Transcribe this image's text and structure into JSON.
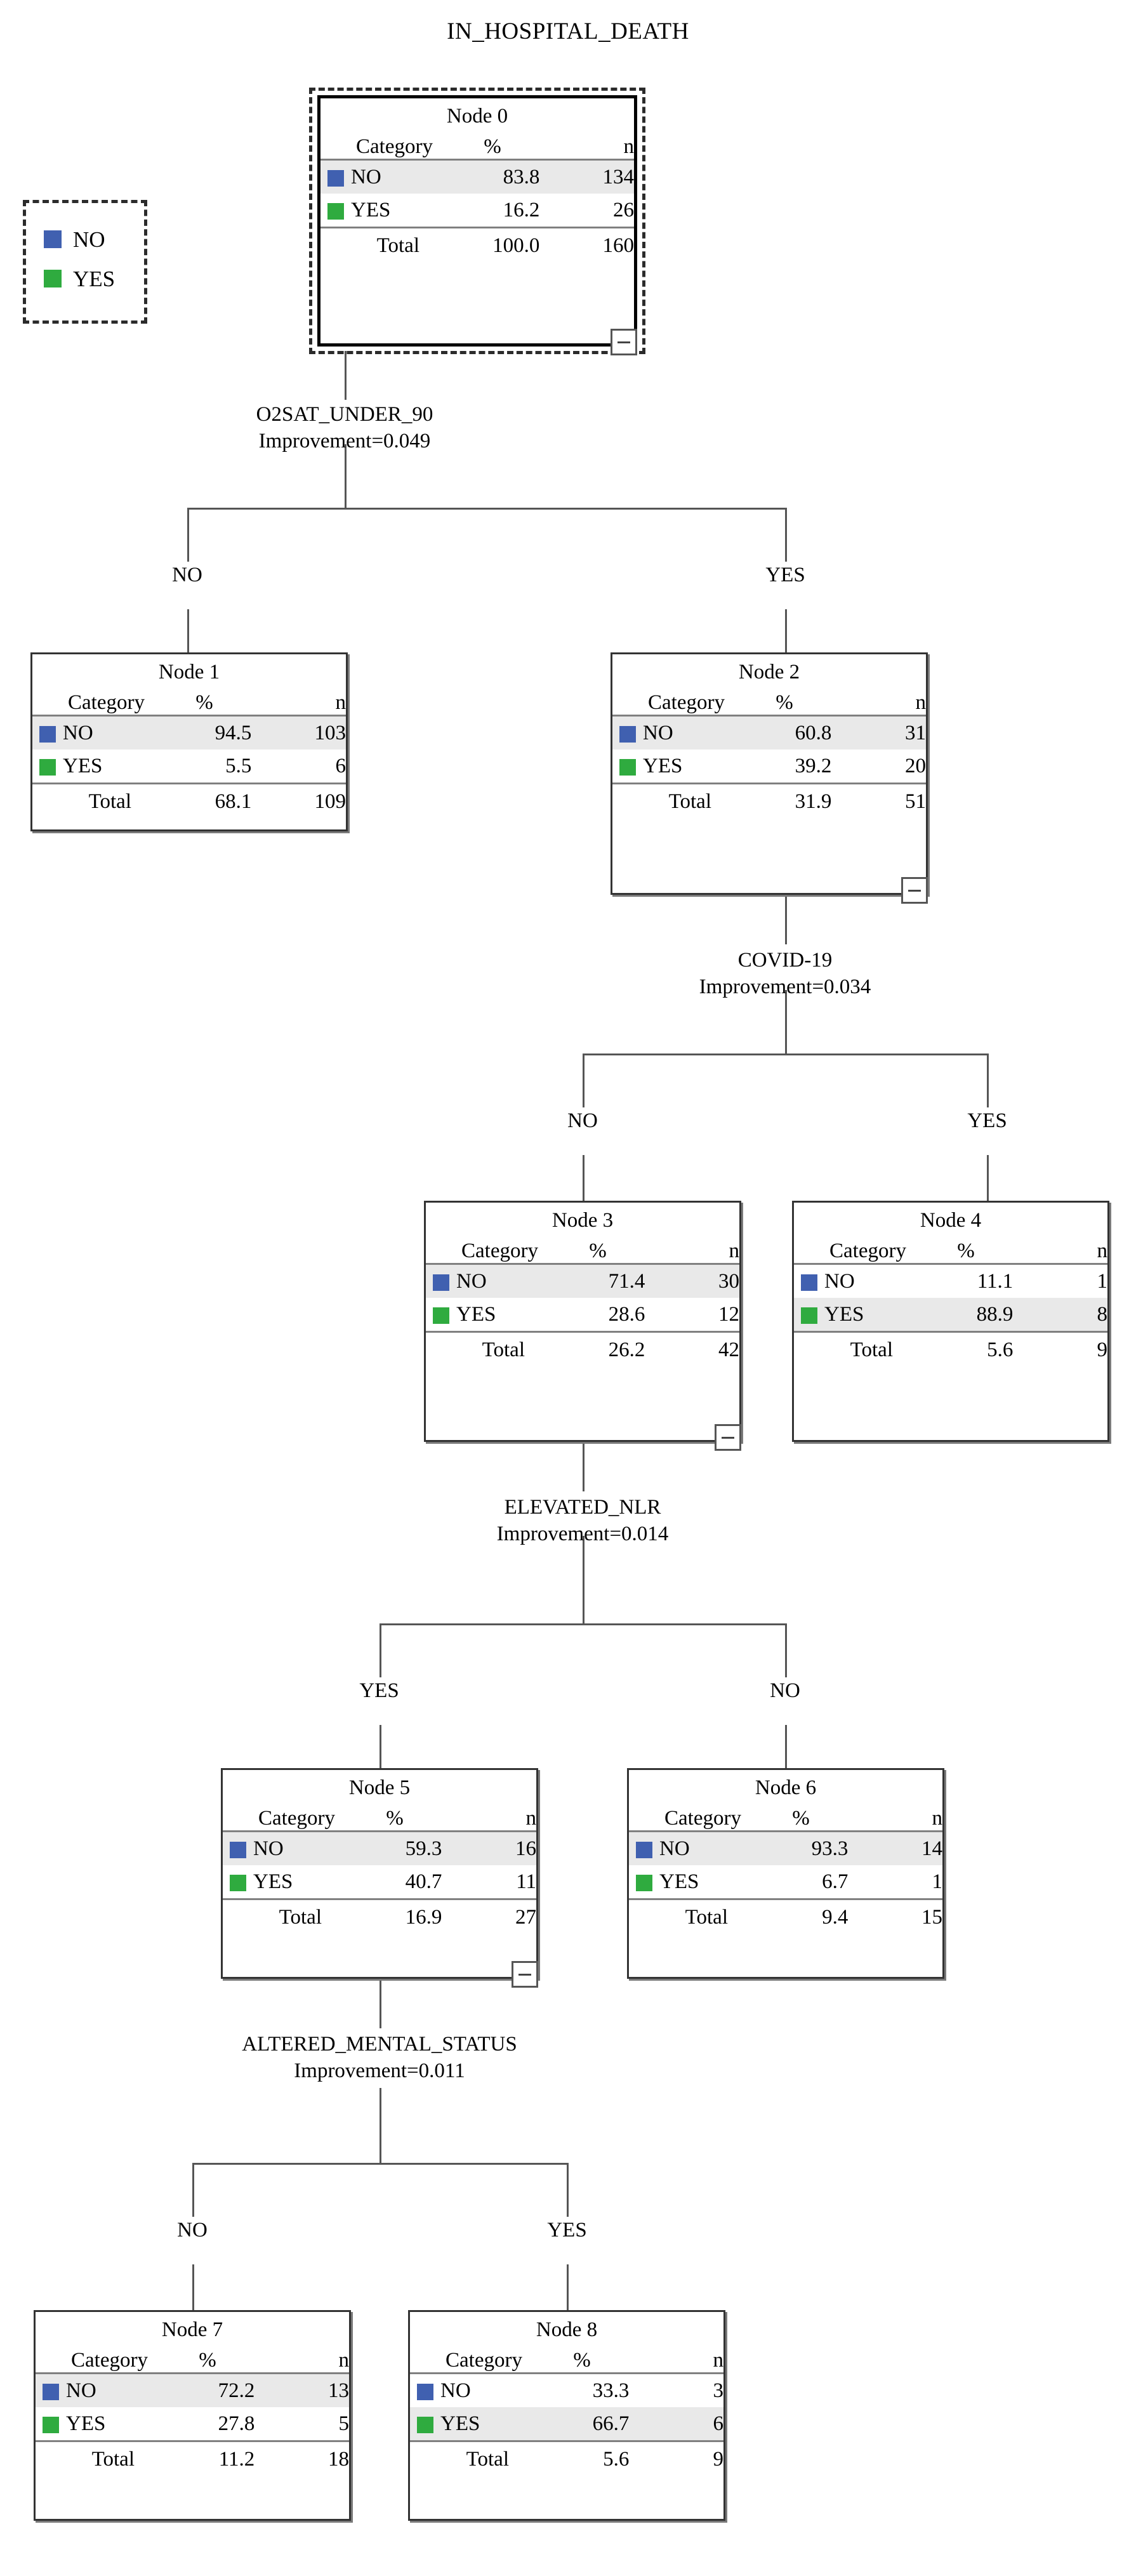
{
  "title": "IN_HOSPITAL_DEATH",
  "colors": {
    "no": "#4060b0",
    "yes": "#2fab3f",
    "highlight_row": "#e9e9e9",
    "line": "#555555",
    "node_border": "#333333"
  },
  "legend": {
    "items": [
      {
        "label": "NO",
        "color": "#4060b0",
        "swatch": "legend-swatch-no"
      },
      {
        "label": "YES",
        "color": "#2fab3f",
        "swatch": "legend-swatch-yes"
      }
    ]
  },
  "table_headers": {
    "category": "Category",
    "percent": "%",
    "n": "n",
    "total": "Total"
  },
  "collapse_icon": "minus-icon",
  "nodes": [
    {
      "id": "node0",
      "title": "Node 0",
      "selected": true,
      "collapsible": true,
      "rows": [
        {
          "label": "NO",
          "pct": "83.8",
          "n": "134",
          "color": "#4060b0",
          "highlight": true
        },
        {
          "label": "YES",
          "pct": "16.2",
          "n": "26",
          "color": "#2fab3f",
          "highlight": false
        }
      ],
      "total": {
        "label": "Total",
        "pct": "100.0",
        "n": "160"
      }
    },
    {
      "id": "node1",
      "title": "Node 1",
      "selected": false,
      "collapsible": false,
      "rows": [
        {
          "label": "NO",
          "pct": "94.5",
          "n": "103",
          "color": "#4060b0",
          "highlight": true
        },
        {
          "label": "YES",
          "pct": "5.5",
          "n": "6",
          "color": "#2fab3f",
          "highlight": false
        }
      ],
      "total": {
        "label": "Total",
        "pct": "68.1",
        "n": "109"
      }
    },
    {
      "id": "node2",
      "title": "Node 2",
      "selected": false,
      "collapsible": true,
      "rows": [
        {
          "label": "NO",
          "pct": "60.8",
          "n": "31",
          "color": "#4060b0",
          "highlight": true
        },
        {
          "label": "YES",
          "pct": "39.2",
          "n": "20",
          "color": "#2fab3f",
          "highlight": false
        }
      ],
      "total": {
        "label": "Total",
        "pct": "31.9",
        "n": "51"
      }
    },
    {
      "id": "node3",
      "title": "Node 3",
      "selected": false,
      "collapsible": true,
      "rows": [
        {
          "label": "NO",
          "pct": "71.4",
          "n": "30",
          "color": "#4060b0",
          "highlight": true
        },
        {
          "label": "YES",
          "pct": "28.6",
          "n": "12",
          "color": "#2fab3f",
          "highlight": false
        }
      ],
      "total": {
        "label": "Total",
        "pct": "26.2",
        "n": "42"
      }
    },
    {
      "id": "node4",
      "title": "Node 4",
      "selected": false,
      "collapsible": false,
      "rows": [
        {
          "label": "NO",
          "pct": "11.1",
          "n": "1",
          "color": "#4060b0",
          "highlight": false
        },
        {
          "label": "YES",
          "pct": "88.9",
          "n": "8",
          "color": "#2fab3f",
          "highlight": true
        }
      ],
      "total": {
        "label": "Total",
        "pct": "5.6",
        "n": "9"
      }
    },
    {
      "id": "node5",
      "title": "Node 5",
      "selected": false,
      "collapsible": true,
      "rows": [
        {
          "label": "NO",
          "pct": "59.3",
          "n": "16",
          "color": "#4060b0",
          "highlight": true
        },
        {
          "label": "YES",
          "pct": "40.7",
          "n": "11",
          "color": "#2fab3f",
          "highlight": false
        }
      ],
      "total": {
        "label": "Total",
        "pct": "16.9",
        "n": "27"
      }
    },
    {
      "id": "node6",
      "title": "Node 6",
      "selected": false,
      "collapsible": false,
      "rows": [
        {
          "label": "NO",
          "pct": "93.3",
          "n": "14",
          "color": "#4060b0",
          "highlight": true
        },
        {
          "label": "YES",
          "pct": "6.7",
          "n": "1",
          "color": "#2fab3f",
          "highlight": false
        }
      ],
      "total": {
        "label": "Total",
        "pct": "9.4",
        "n": "15"
      }
    },
    {
      "id": "node7",
      "title": "Node 7",
      "selected": false,
      "collapsible": false,
      "rows": [
        {
          "label": "NO",
          "pct": "72.2",
          "n": "13",
          "color": "#4060b0",
          "highlight": true
        },
        {
          "label": "YES",
          "pct": "27.8",
          "n": "5",
          "color": "#2fab3f",
          "highlight": false
        }
      ],
      "total": {
        "label": "Total",
        "pct": "11.2",
        "n": "18"
      }
    },
    {
      "id": "node8",
      "title": "Node 8",
      "selected": false,
      "collapsible": false,
      "rows": [
        {
          "label": "NO",
          "pct": "33.3",
          "n": "3",
          "color": "#4060b0",
          "highlight": false
        },
        {
          "label": "YES",
          "pct": "66.7",
          "n": "6",
          "color": "#2fab3f",
          "highlight": true
        }
      ],
      "total": {
        "label": "Total",
        "pct": "5.6",
        "n": "9"
      }
    }
  ],
  "splits": [
    {
      "id": "split0",
      "variable": "O2SAT_UNDER_90",
      "improvement": "Improvement=0.049",
      "parent": "node0",
      "left_label": "NO",
      "right_label": "YES"
    },
    {
      "id": "split2",
      "variable": "COVID-19",
      "improvement": "Improvement=0.034",
      "parent": "node2",
      "left_label": "NO",
      "right_label": "YES"
    },
    {
      "id": "split3",
      "variable": "ELEVATED_NLR",
      "improvement": "Improvement=0.014",
      "parent": "node3",
      "left_label": "YES",
      "right_label": "NO"
    },
    {
      "id": "split5",
      "variable": "ALTERED_MENTAL_STATUS",
      "improvement": "Improvement=0.011",
      "parent": "node5",
      "left_label": "NO",
      "right_label": "YES"
    }
  ],
  "chart_data": {
    "type": "table",
    "title": "IN_HOSPITAL_DEATH",
    "categories": [
      "NO",
      "YES"
    ],
    "tree": [
      {
        "node": "Node 0",
        "depth": 0,
        "parent": null,
        "branch": null,
        "NO_pct": 83.8,
        "NO_n": 134,
        "YES_pct": 16.2,
        "YES_n": 26,
        "total_pct": 100.0,
        "total_n": 160,
        "predicted": "NO",
        "split_variable": "O2SAT_UNDER_90",
        "improvement": 0.049
      },
      {
        "node": "Node 1",
        "depth": 1,
        "parent": "Node 0",
        "branch": "NO",
        "NO_pct": 94.5,
        "NO_n": 103,
        "YES_pct": 5.5,
        "YES_n": 6,
        "total_pct": 68.1,
        "total_n": 109,
        "predicted": "NO",
        "split_variable": null,
        "improvement": null
      },
      {
        "node": "Node 2",
        "depth": 1,
        "parent": "Node 0",
        "branch": "YES",
        "NO_pct": 60.8,
        "NO_n": 31,
        "YES_pct": 39.2,
        "YES_n": 20,
        "total_pct": 31.9,
        "total_n": 51,
        "predicted": "NO",
        "split_variable": "COVID-19",
        "improvement": 0.034
      },
      {
        "node": "Node 3",
        "depth": 2,
        "parent": "Node 2",
        "branch": "NO",
        "NO_pct": 71.4,
        "NO_n": 30,
        "YES_pct": 28.6,
        "YES_n": 12,
        "total_pct": 26.2,
        "total_n": 42,
        "predicted": "NO",
        "split_variable": "ELEVATED_NLR",
        "improvement": 0.014
      },
      {
        "node": "Node 4",
        "depth": 2,
        "parent": "Node 2",
        "branch": "YES",
        "NO_pct": 11.1,
        "NO_n": 1,
        "YES_pct": 88.9,
        "YES_n": 8,
        "total_pct": 5.6,
        "total_n": 9,
        "predicted": "YES",
        "split_variable": null,
        "improvement": null
      },
      {
        "node": "Node 5",
        "depth": 3,
        "parent": "Node 3",
        "branch": "YES",
        "NO_pct": 59.3,
        "NO_n": 16,
        "YES_pct": 40.7,
        "YES_n": 11,
        "total_pct": 16.9,
        "total_n": 27,
        "predicted": "NO",
        "split_variable": "ALTERED_MENTAL_STATUS",
        "improvement": 0.011
      },
      {
        "node": "Node 6",
        "depth": 3,
        "parent": "Node 3",
        "branch": "NO",
        "NO_pct": 93.3,
        "NO_n": 14,
        "YES_pct": 6.7,
        "YES_n": 1,
        "total_pct": 9.4,
        "total_n": 15,
        "predicted": "NO",
        "split_variable": null,
        "improvement": null
      },
      {
        "node": "Node 7",
        "depth": 4,
        "parent": "Node 5",
        "branch": "NO",
        "NO_pct": 72.2,
        "NO_n": 13,
        "YES_pct": 27.8,
        "YES_n": 5,
        "total_pct": 11.2,
        "total_n": 18,
        "predicted": "NO",
        "split_variable": null,
        "improvement": null
      },
      {
        "node": "Node 8",
        "depth": 4,
        "parent": "Node 5",
        "branch": "YES",
        "NO_pct": 33.3,
        "NO_n": 3,
        "YES_pct": 66.7,
        "YES_n": 6,
        "total_pct": 5.6,
        "total_n": 9,
        "predicted": "YES",
        "split_variable": null,
        "improvement": null
      }
    ],
    "legend": [
      "NO",
      "YES"
    ]
  }
}
